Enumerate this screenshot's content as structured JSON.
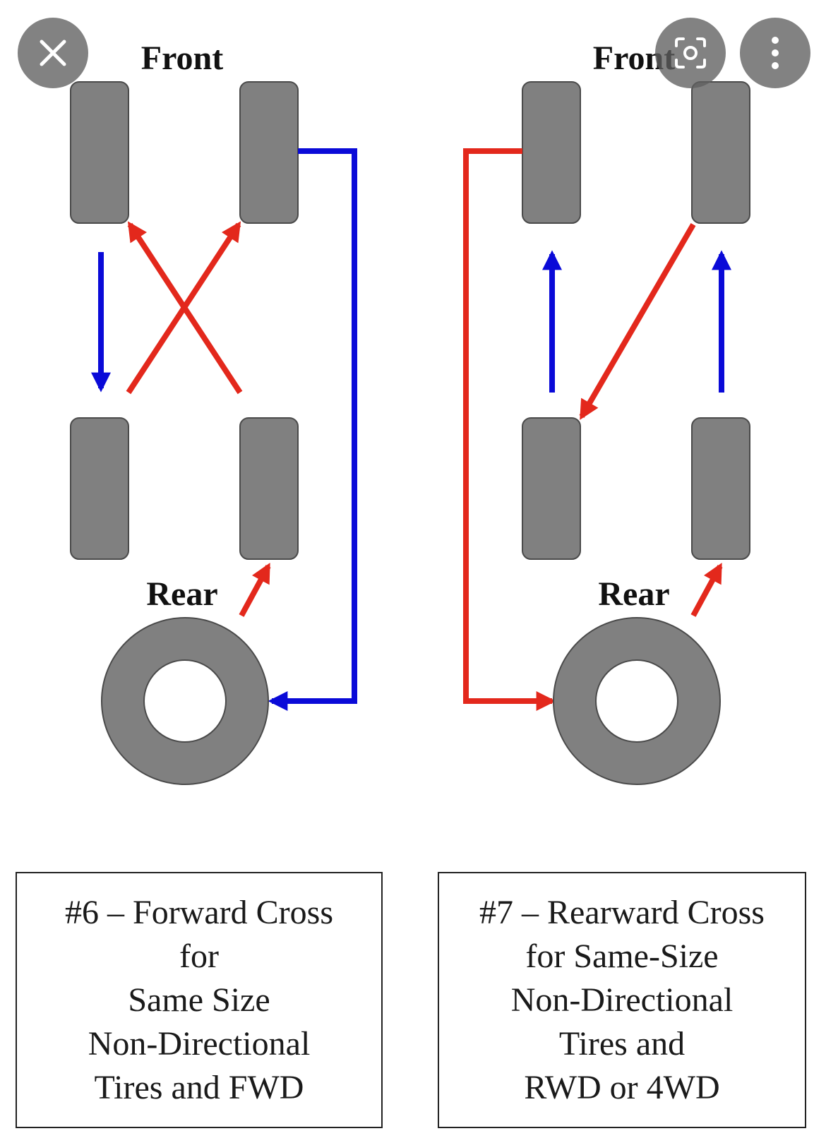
{
  "diagrams": [
    {
      "front_label": "Front",
      "rear_label": "Rear",
      "caption_lines": [
        "#6 – Forward Cross",
        "for",
        "Same Size",
        "Non-Directional",
        "Tires and FWD"
      ]
    },
    {
      "front_label": "Front",
      "rear_label": "Rear",
      "caption_lines": [
        "#7 – Rearward Cross",
        "for Same-Size",
        "Non-Directional",
        "Tires and",
        "RWD or 4WD"
      ]
    }
  ],
  "colors": {
    "tire": "#808080",
    "tire_outline": "#4a4a4a",
    "blue_arrow": "#0a0ad8",
    "red_arrow": "#e3281c",
    "overlay_button": "#5f5f5f"
  },
  "toolbar": {
    "close_icon": "close-icon",
    "lens_icon": "lens-icon",
    "more_icon": "more-vert-icon"
  }
}
